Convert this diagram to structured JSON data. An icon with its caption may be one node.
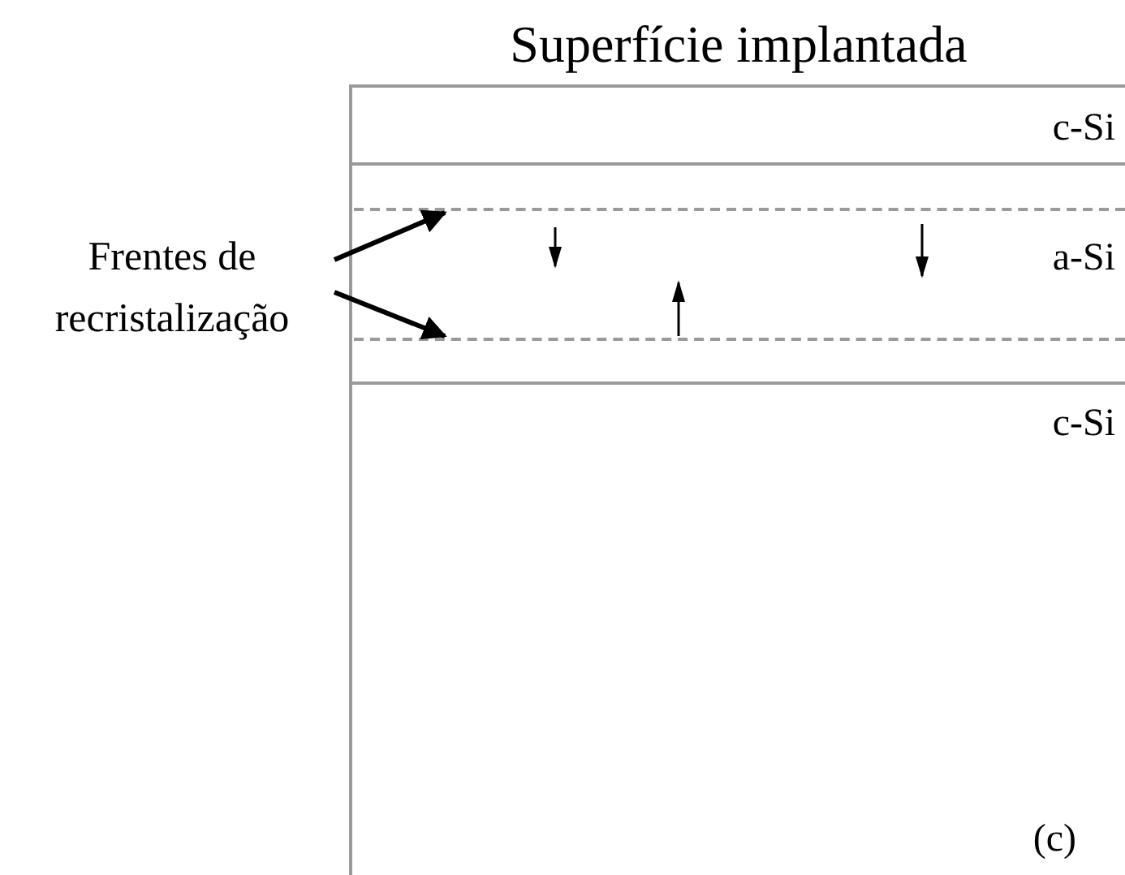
{
  "diagram": {
    "title": "Superfície implantada",
    "nodes": [
      {
        "text": [
          "Frentes de recristalização"
        ]
      },
      {
        "text": [],
        "shape": "line"
      },
      {
        "text": [],
        "shape": "line"
      }
    ],
    "edges": [
      {
        "from": 0,
        "to": 1,
        "arrow": "to"
      },
      {
        "from": 0,
        "to": 2,
        "arrow": "to"
      }
    ],
    "labels": [
      "c-Si",
      "a-Si",
      "c-Si",
      "(c)"
    ]
  }
}
